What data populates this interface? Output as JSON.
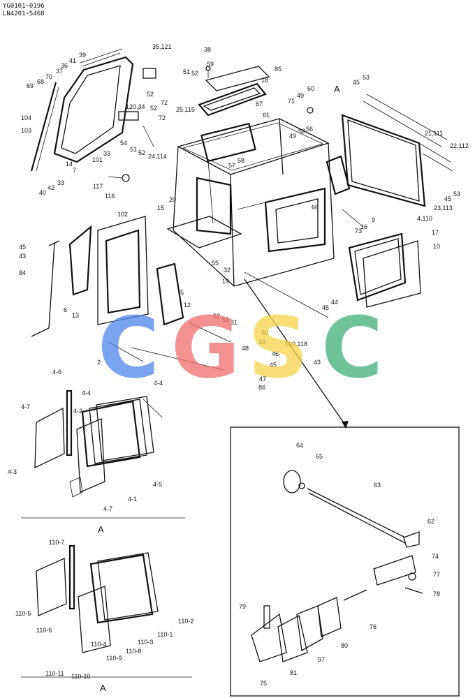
{
  "serials": [
    "YG0101~0196",
    "LN4201~5468"
  ],
  "section_labels": {
    "detail_a": "A",
    "view_a_top": "A",
    "view_a_bottom": "A"
  },
  "watermark": {
    "letters": [
      "C",
      "G",
      "S",
      "C"
    ],
    "colors": [
      "#4f86ec",
      "#ef6b6b",
      "#f7d44c",
      "#3fb07a"
    ]
  },
  "labels": {
    "p1": "35,121",
    "p2": "38",
    "p3": "39",
    "p4": "41",
    "p5": "36",
    "p6": "37",
    "p7": "70",
    "p8": "68",
    "p9": "69",
    "p10": "51",
    "p11": "52",
    "p12": "59",
    "p13": "85",
    "p14": "18",
    "p15": "52",
    "p16": "72",
    "p17": "25,115",
    "p18": "120,34",
    "p19": "52",
    "p20": "72",
    "p21": "104",
    "p22": "103",
    "p23": "54",
    "p24": "51",
    "p25": "52",
    "p26": "24,114",
    "p27": "33",
    "p28": "101",
    "p29": "14",
    "p30": "7",
    "p31": "33",
    "p32": "42",
    "p33": "40",
    "p34": "67",
    "p35": "61",
    "p36": "49",
    "p37": "52",
    "p38": "56",
    "p39": "71",
    "p40": "49",
    "p41": "60",
    "p42": "45",
    "p43": "53",
    "p44": "21,111",
    "p45": "22,112",
    "p46": "53",
    "p47": "45",
    "p48": "23,113",
    "p49": "4,110",
    "p50": "9",
    "p51": "16",
    "p52": "73",
    "p53": "66",
    "p54": "117",
    "p55": "116",
    "p56": "58",
    "p57": "57",
    "p58": "20",
    "p59": "15",
    "p60": "102",
    "p61": "17",
    "p62": "10",
    "p63": "45",
    "p64": "43",
    "p65": "84",
    "p66": "55",
    "p67": "32",
    "p68": "19",
    "p69": "5",
    "p70": "12",
    "p71": "6",
    "p72": "13",
    "p73": "52",
    "p74": "51",
    "p75": "31",
    "p76": "50",
    "p77": "30",
    "p78": "48",
    "p79": "46",
    "p80": "45",
    "p81": "47",
    "p82": "86",
    "p83": "45",
    "p84": "44",
    "p85": "100,118",
    "p86": "43",
    "p87": "2",
    "p88": "4-4",
    "p89": "4-6",
    "p90": "4-4",
    "p91": "4-7",
    "p92": "4-2",
    "p93": "4-3",
    "p94": "4-5",
    "p95": "4-1",
    "p96": "4-7",
    "p97": "110-7",
    "p98": "110-5",
    "p99": "110-6",
    "p100": "110-4",
    "p101": "110-9",
    "p102": "110-8",
    "p103": "110-3",
    "p104": "110-1",
    "p105": "110-2",
    "p106": "110-11",
    "p107": "110-10",
    "p108": "64",
    "p109": "65",
    "p110": "63",
    "p111": "62",
    "p112": "74",
    "p113": "77",
    "p114": "78",
    "p115": "79",
    "p116": "76",
    "p117": "80",
    "p118": "97",
    "p119": "81",
    "p120": "75"
  }
}
